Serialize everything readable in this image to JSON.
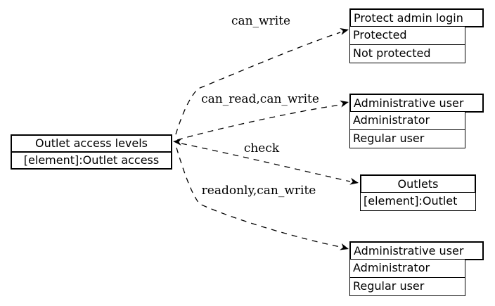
{
  "colors": {
    "background": "#ffffff",
    "stroke": "#000000",
    "text": "#000000"
  },
  "diagram": {
    "source": {
      "title": "Outlet access levels",
      "element": "[element]:Outlet access"
    },
    "edges": [
      {
        "label": "can_write",
        "from": "Outlet access levels",
        "to": "Protect admin login",
        "style": "dashed"
      },
      {
        "label": "can_read,can_write",
        "from": "Outlet access levels",
        "to": "Administrative user",
        "style": "dashed"
      },
      {
        "label": "check",
        "from": "Outlet access levels",
        "to": "Outlets",
        "style": "dashed",
        "bidirectional": true
      },
      {
        "label": "readonly,can_write",
        "from": "Outlet access levels",
        "to": "Administrative user",
        "style": "dashed"
      }
    ],
    "targets": [
      {
        "title": "Protect admin login",
        "rows": [
          "Protected",
          "Not protected"
        ]
      },
      {
        "title": "Administrative user",
        "rows": [
          "Administrator",
          "Regular user"
        ]
      },
      {
        "title": "Outlets",
        "rows": [
          "[element]:Outlet"
        ]
      },
      {
        "title": "Administrative user",
        "rows": [
          "Administrator",
          "Regular user"
        ]
      }
    ]
  }
}
